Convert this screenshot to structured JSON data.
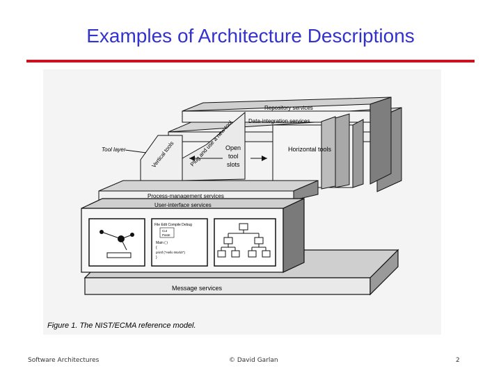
{
  "slide": {
    "title": "Examples of Architecture Descriptions",
    "footer_left": "Software Architectures",
    "footer_center": "© David Garlan",
    "page_number": "2"
  },
  "figure": {
    "caption": "Figure 1. The NIST/ECMA reference model.",
    "labels": {
      "repository": "Repository services",
      "data_integration": "Data-integration services",
      "tool_layer": "Tool layer",
      "vertical_tools": "Vertical tools",
      "plug_and_use": "Plug and use a new tool",
      "open_slots_1": "Open",
      "open_slots_2": "tool",
      "open_slots_3": "slots",
      "horizontal_tools": "Horizontal tools",
      "process_management": "Process-management services",
      "user_interface": "User-interface services",
      "message": "Message services"
    },
    "window_menu": "File  Edit  Compile  Debug",
    "window_menu_items": [
      "Cut",
      "Paste"
    ],
    "window_code": [
      "Main ( )",
      "{",
      "printf (\"Hello World!\")",
      "}"
    ]
  }
}
